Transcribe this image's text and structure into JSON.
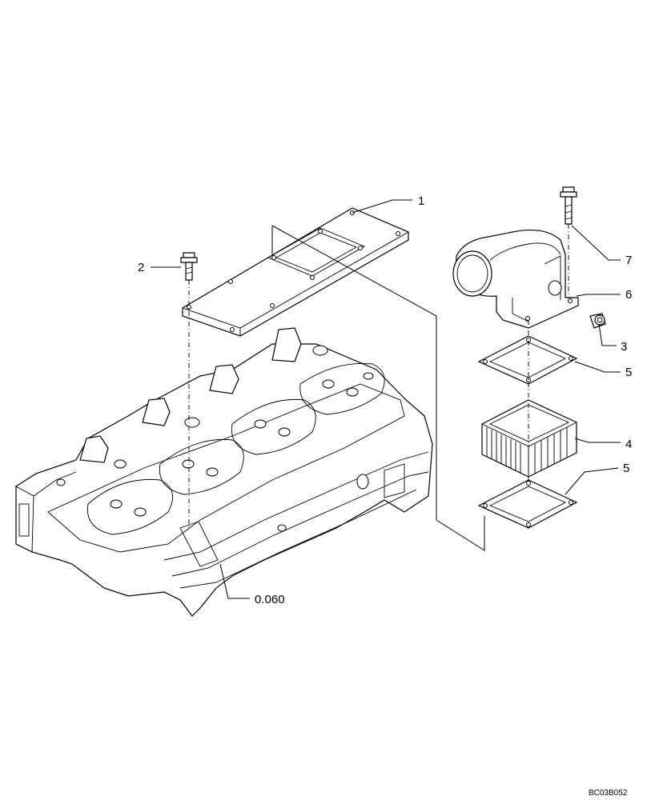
{
  "callouts": {
    "c1": "1",
    "c2": "2",
    "c3": "3",
    "c4": "4",
    "c5a": "5",
    "c5b": "5",
    "c6": "6",
    "c7": "7",
    "ref": "0.060"
  },
  "drawing_code": "BC03B052"
}
